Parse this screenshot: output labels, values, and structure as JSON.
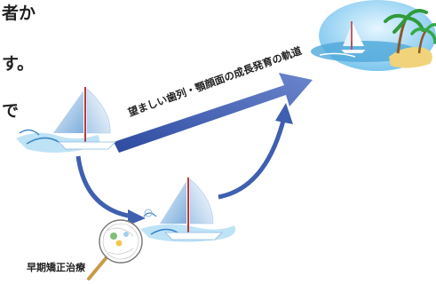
{
  "text_fragments": [
    "者か",
    "す。",
    "で"
  ],
  "arrow_label": "望ましい歯列・顎顔面の成長発育の軌道",
  "treatment_label": "早期矯正治療",
  "colors": {
    "arrow_blue": "#3f5fb0",
    "sail_light": "#cfe3f6",
    "sail_mid": "#8fb8e2",
    "water": "#9fd0ee",
    "sky": "#bfe6fb",
    "sand": "#f0d37a",
    "mast_red": "#b83a3a"
  },
  "icons": [
    "sailboat-icon",
    "island-icon",
    "fan-icon"
  ]
}
